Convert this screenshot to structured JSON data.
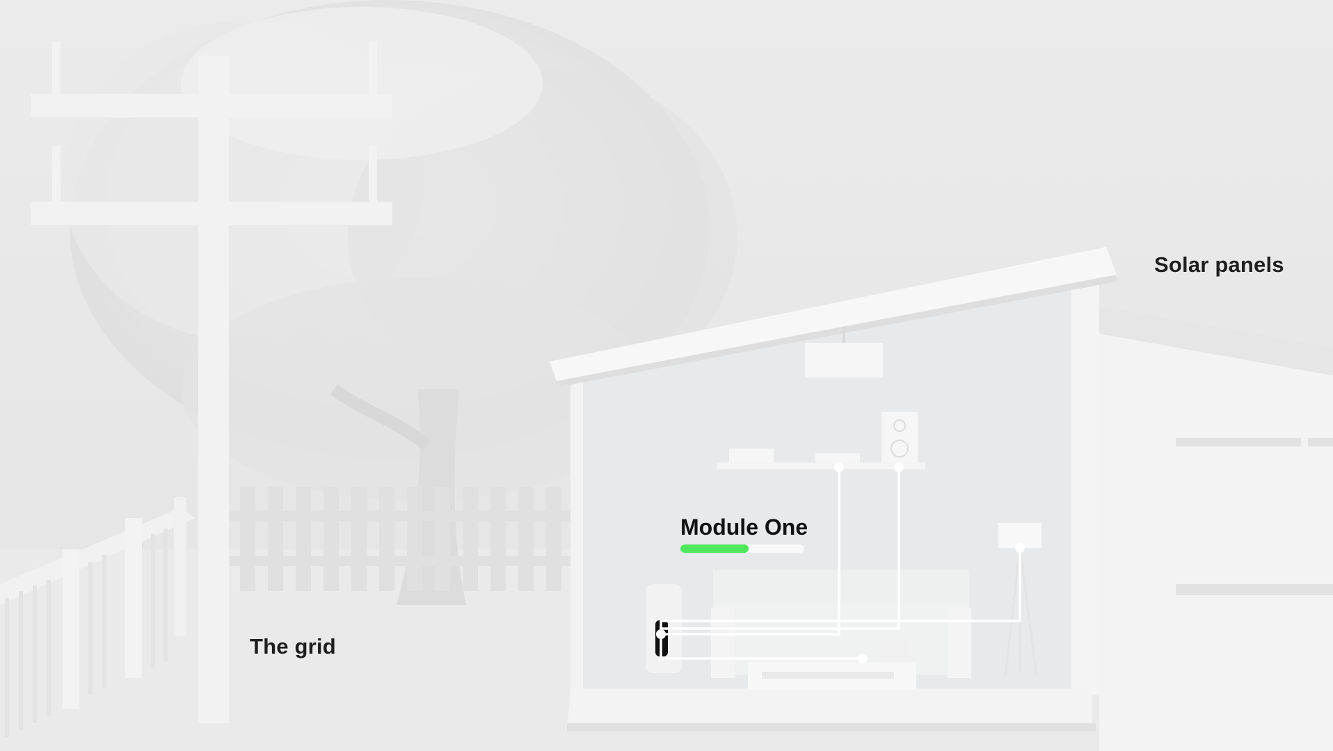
{
  "labels": {
    "grid": "The grid",
    "solar": "Solar panels"
  },
  "module": {
    "title": "Module One",
    "charge_fraction": 0.55
  },
  "colors": {
    "background": "#ececec",
    "accent_charge": "#4fe85c",
    "wire": "#ffffff",
    "battery": "#111111"
  }
}
